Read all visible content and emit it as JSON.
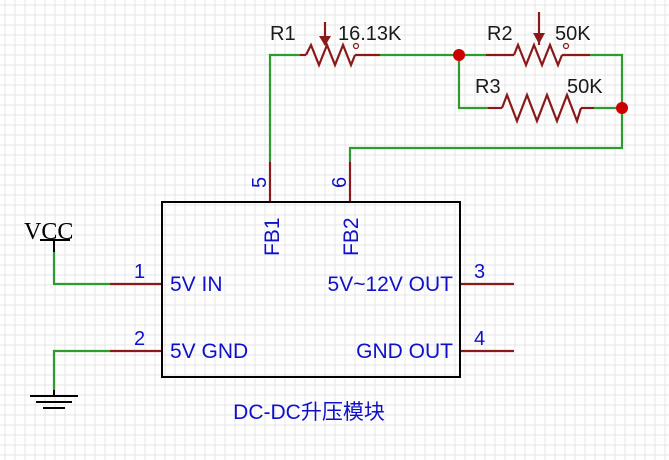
{
  "power": {
    "vcc_label": "VCC"
  },
  "resistors": [
    {
      "ref": "R1",
      "value": "16.13K",
      "variable": true
    },
    {
      "ref": "R2",
      "value": "50K",
      "variable": true
    },
    {
      "ref": "R3",
      "value": "50K",
      "variable": false
    }
  ],
  "module": {
    "title": "DC-DC升压模块",
    "pins": [
      {
        "num": "1",
        "label": "5V IN"
      },
      {
        "num": "2",
        "label": "5V GND"
      },
      {
        "num": "3",
        "label": "5V~12V OUT"
      },
      {
        "num": "4",
        "label": "GND OUT"
      },
      {
        "num": "5",
        "label": "FB1"
      },
      {
        "num": "6",
        "label": "FB2"
      }
    ]
  },
  "colors": {
    "wire": "#2f9a2f",
    "component": "#8a1a1a",
    "text": "#1010c8",
    "junction": "#cc0000"
  }
}
